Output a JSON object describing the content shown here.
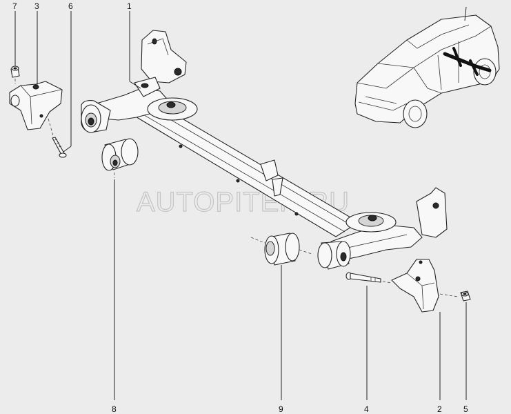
{
  "watermark": "AUTOPITER.RU",
  "callouts": [
    {
      "id": "1",
      "label": "1"
    },
    {
      "id": "2",
      "label": "2"
    },
    {
      "id": "3",
      "label": "3"
    },
    {
      "id": "4",
      "label": "4"
    },
    {
      "id": "5",
      "label": "5"
    },
    {
      "id": "6",
      "label": "6"
    },
    {
      "id": "7",
      "label": "7"
    },
    {
      "id": "8",
      "label": "8"
    },
    {
      "id": "9",
      "label": "9"
    }
  ]
}
